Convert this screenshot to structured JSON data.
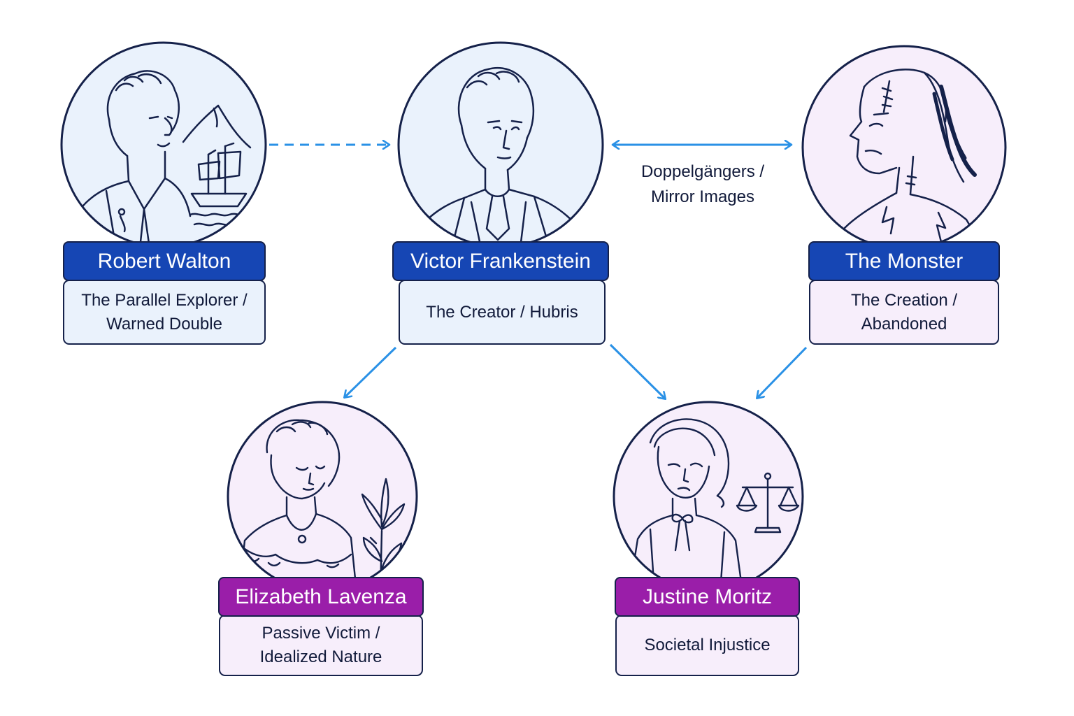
{
  "colors": {
    "line": "#15214a",
    "arrow": "#2a91e6",
    "blue_tab": "#1646b4",
    "purple_tab": "#9a1ea9",
    "blue_fill": "#eaf2fc",
    "purple_fill": "#f7eefb"
  },
  "characters": {
    "walton": {
      "name": "Robert Walton",
      "desc": [
        "The Parallel Explorer /",
        "Warned Double"
      ],
      "icon": "ship-icon"
    },
    "victor": {
      "name": "Victor Frankenstein",
      "desc": [
        "The Creator / Hubris"
      ]
    },
    "monster": {
      "name": "The Monster",
      "desc": [
        "The Creation /",
        "Abandoned"
      ]
    },
    "elizabeth": {
      "name": "Elizabeth Lavenza",
      "desc": [
        "Passive Victim /",
        "Idealized Nature"
      ],
      "icon": "lily-icon"
    },
    "justine": {
      "name": "Justine Moritz",
      "desc": [
        "Societal Injustice"
      ],
      "icon": "scales-of-justice-icon"
    }
  },
  "edges": {
    "victor_monster": {
      "label": [
        "Doppelgängers /",
        "Mirror Images"
      ]
    }
  }
}
